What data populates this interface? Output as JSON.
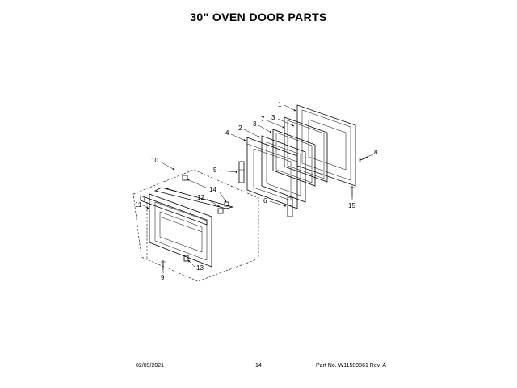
{
  "title": "30\" OVEN DOOR PARTS",
  "callouts": [
    "1",
    "2",
    "3",
    "3",
    "4",
    "5",
    "6",
    "7",
    "8",
    "9",
    "10",
    "11",
    "12",
    "13",
    "14",
    "15"
  ],
  "footer": {
    "date": "02/09/2021",
    "page": "14",
    "part": "Part No.  W11509861  Rev. A"
  }
}
